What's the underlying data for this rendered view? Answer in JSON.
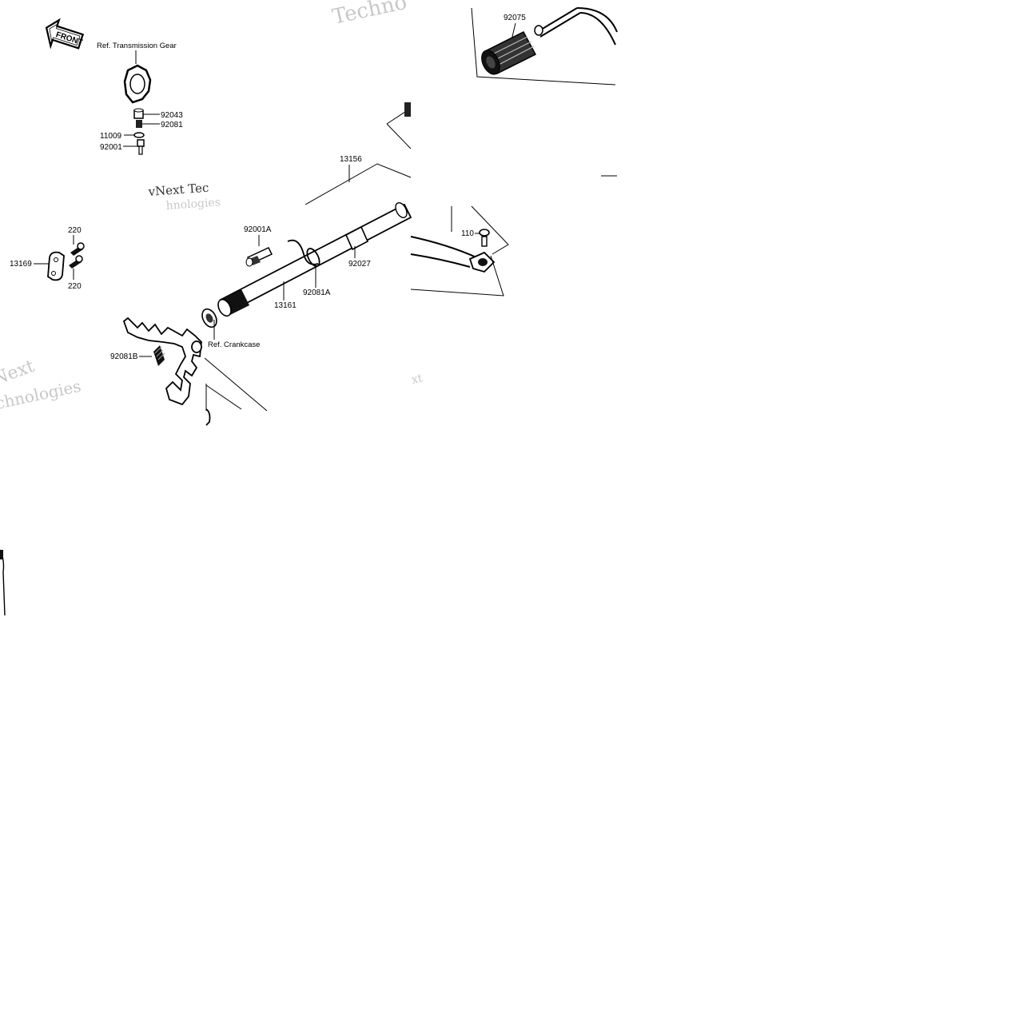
{
  "diagram": {
    "front_badge": "FRONT",
    "ref_labels": {
      "transmission_gear": "Ref. Transmission Gear",
      "crankcase": "Ref. Crankcase"
    },
    "part_numbers": {
      "p92075": "92075",
      "p92043": "92043",
      "p92081": "92081",
      "p11009": "11009",
      "p92001": "92001",
      "p13156": "13156",
      "p220_top": "220",
      "p220_bottom": "220",
      "p13169": "13169",
      "p92001A": "92001A",
      "p92027": "92027",
      "p92081A": "92081A",
      "p13161": "13161",
      "p92081B": "92081B",
      "p110": "110"
    },
    "watermarks": {
      "w1": "Techno",
      "w2": "vNext Tec",
      "w3": "hnologies",
      "w4": "Next",
      "w5": "chnologies",
      "w6": "xt"
    }
  }
}
